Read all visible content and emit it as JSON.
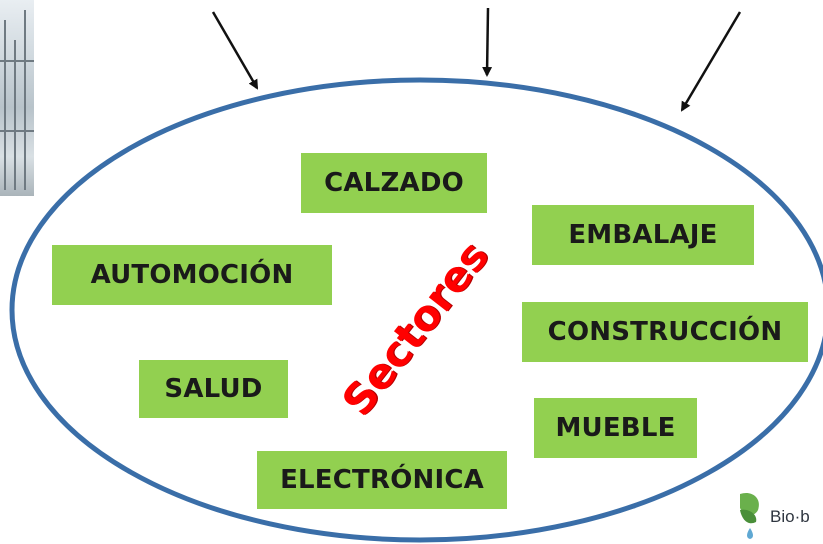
{
  "diagram": {
    "center_label": "Sectores",
    "sectors": [
      {
        "id": "calzado",
        "label": "CALZADO"
      },
      {
        "id": "embalaje",
        "label": "EMBALAJE"
      },
      {
        "id": "automocion",
        "label": "AUTOMOCIÓN"
      },
      {
        "id": "construccion",
        "label": "CONSTRUCCIÓN"
      },
      {
        "id": "salud",
        "label": "SALUD"
      },
      {
        "id": "mueble",
        "label": "MUEBLE"
      },
      {
        "id": "electronica",
        "label": "ELECTRÓNICA"
      }
    ],
    "colors": {
      "box_fill": "#92d050",
      "ellipse_stroke": "#3a6ea8",
      "center_label": "#ff0000",
      "arrow": "#111111"
    }
  },
  "logo": {
    "text": "Bio·b"
  }
}
